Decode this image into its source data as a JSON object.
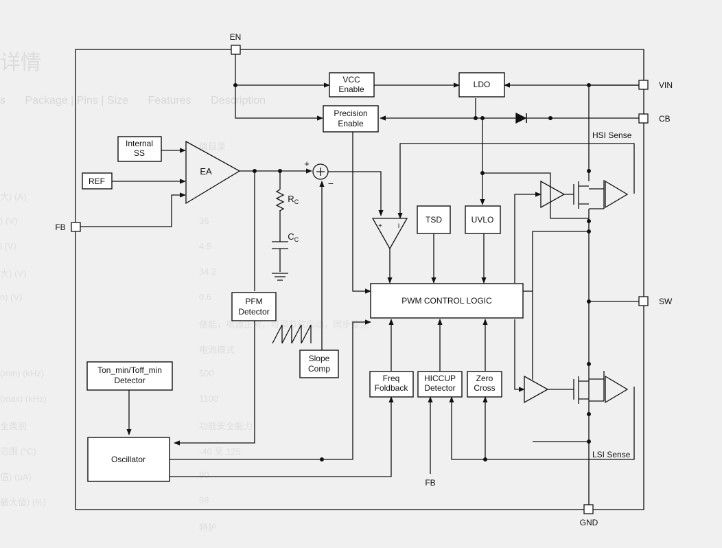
{
  "background": {
    "title": "详情",
    "tabs": [
      "s",
      "Package | Pins | Size",
      "Features",
      "Description"
    ],
    "left_labels": [
      "大)  (A)",
      ")  (V)",
      "l  (V)",
      "大)  (V)",
      "n)  (V)",
      "(min)  (kHz)",
      "(max)  (kHz)",
      "全类别",
      "范围  (°C)",
      "值)  (μA)",
      "最大值)  (%)"
    ],
    "values": [
      "值目录",
      "36",
      "4.5",
      "34.2",
      "0.6",
      "使能，电源正常，可调节软启动，同步整流",
      "电流模式",
      "500",
      "1100",
      "功能安全能力",
      "-40 至 125",
      "80",
      "98",
      "特护"
    ]
  },
  "pins": {
    "en": "EN",
    "vin": "VIN",
    "cb": "CB",
    "sw": "SW",
    "fb": "FB",
    "gnd": "GND"
  },
  "blocks": {
    "vcc_enable": [
      "VCC",
      "Enable"
    ],
    "ldo": "LDO",
    "precision_enable": [
      "Precision",
      "Enable"
    ],
    "internal_ss": [
      "Internal",
      "SS"
    ],
    "ref": "REF",
    "ea": "EA",
    "tsd": "TSD",
    "uvlo": "UVLO",
    "pfm_detector": [
      "PFM",
      "Detector"
    ],
    "pwm_control_logic": "PWM CONTROL LOGIC",
    "slope_comp": [
      "Slope",
      "Comp"
    ],
    "ton_toff_detector": [
      "Ton_min/Toff_min",
      "Detector"
    ],
    "oscillator": "Oscillator",
    "freq_foldback": [
      "Freq",
      "Foldback"
    ],
    "hiccup_detector": [
      "HICCUP",
      "Detector"
    ],
    "zero_cross": [
      "Zero",
      "Cross"
    ]
  },
  "labels": {
    "hsi_sense": "HSI Sense",
    "lsi_sense": "LSI Sense",
    "fb_bottom": "FB",
    "rc_main": "R",
    "rc_sub": "C",
    "cc_main": "C",
    "cc_sub": "C",
    "sum_plus": "+",
    "sum_minus": "−",
    "comp_plus": "+",
    "comp_minus": "I"
  },
  "colors": {
    "line": "#111111",
    "box_fill": "#ffffff",
    "page_bg": "#f0f0f0"
  }
}
